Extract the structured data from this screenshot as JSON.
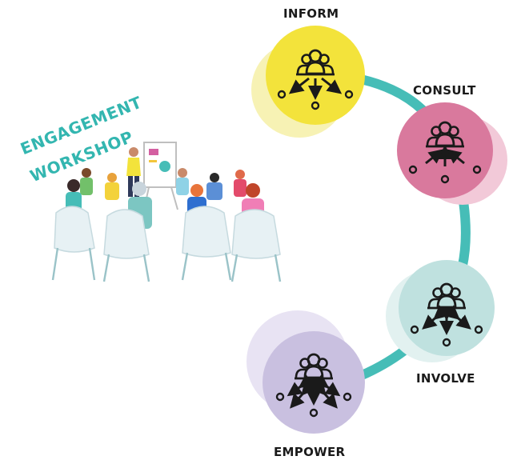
{
  "workshop": {
    "line1": "ENGAGEMENT",
    "line2": "WORKSHOP"
  },
  "stages": {
    "inform": {
      "label": "INFORM",
      "color": "#f3e33b",
      "shadow": "#f7f2b4",
      "icon": "people-arrows-out-icon"
    },
    "consult": {
      "label": "CONSULT",
      "color": "#d9799d",
      "shadow": "#f2c9d8",
      "icon": "people-arrows-in-icon"
    },
    "involve": {
      "label": "INVOLVE",
      "color": "#bfe1df",
      "shadow": "#e2f1f0",
      "icon": "people-arrows-both-icon"
    },
    "empower": {
      "label": "EMPOWER",
      "color": "#c9c0e0",
      "shadow": "#e8e3f3",
      "icon": "people-arrows-all-icon"
    }
  },
  "colors": {
    "connector": "#46bdb7",
    "accent": "#33b6b0",
    "ink": "#1a1a1a"
  }
}
